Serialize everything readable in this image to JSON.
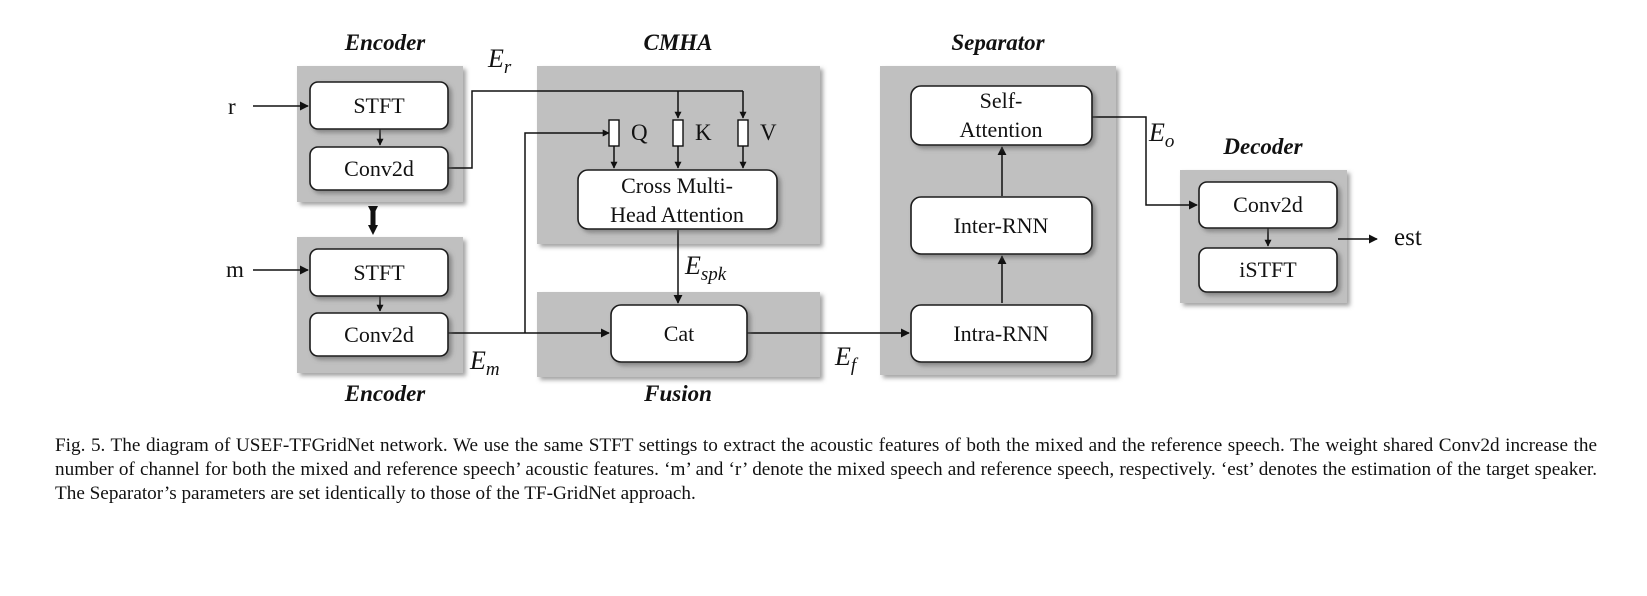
{
  "titles": {
    "encoder": "Encoder",
    "cmha": "CMHA",
    "separator": "Separator",
    "decoder": "Decoder",
    "fusion": "Fusion"
  },
  "inputs": {
    "reference": "r",
    "mixed": "m"
  },
  "output": "est",
  "blocks": {
    "stft": "STFT",
    "conv2d": "Conv2d",
    "cross_attention_line1": "Cross Multi-",
    "cross_attention_line2": "Head Attention",
    "cat": "Cat",
    "self_attention_line1": "Self-",
    "self_attention_line2": "Attention",
    "inter_rnn": "Inter-RNN",
    "intra_rnn": "Intra-RNN",
    "istft": "iSTFT"
  },
  "qkv": {
    "q": "Q",
    "k": "K",
    "v": "V"
  },
  "signals": {
    "er": {
      "base": "E",
      "sub": "r"
    },
    "em": {
      "base": "E",
      "sub": "m"
    },
    "espk": {
      "base": "E",
      "sub": "spk"
    },
    "ef": {
      "base": "E",
      "sub": "f"
    },
    "eo": {
      "base": "E",
      "sub": "o"
    }
  },
  "caption": "Fig. 5.  The diagram of USEF-TFGridNet network. We use the same STFT settings to extract the acoustic features of both the mixed and the reference speech. The weight shared Conv2d increase the number of channel for both the mixed and reference speech’ acoustic features. ‘m’ and ‘r’ denote the mixed speech and reference speech, respectively. ‘est’ denotes the estimation of the target speaker. The Separator’s parameters are set identically to those of the TF-GridNet approach."
}
